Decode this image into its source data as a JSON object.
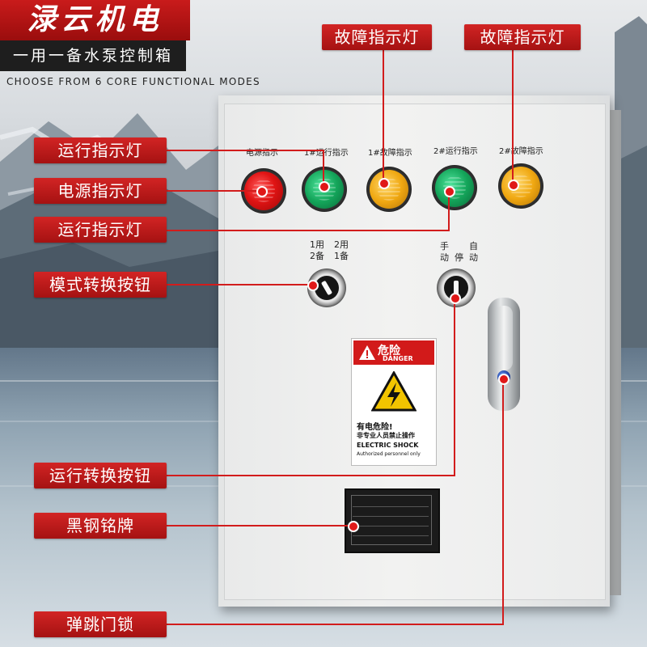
{
  "brand": {
    "name": "渌云机电",
    "subtitle": "一用一备水泵控制箱",
    "tagline": "CHOOSE FROM 6 CORE FUNCTIONAL MODES"
  },
  "panel_labels": {
    "power": "电源指示",
    "run1": "1#运行指示",
    "fault1": "1#故障指示",
    "run2": "2#运行指示",
    "fault2": "2#故障指示",
    "mode_a": "1用",
    "mode_b": "2用",
    "mode_c": "2备",
    "mode_d": "1备",
    "manual": "手",
    "auto": "自",
    "move1": "动",
    "stop": "停",
    "move2": "动"
  },
  "warning_label": {
    "title": "危险",
    "title_en": "DANGER",
    "line1": "有电危险!",
    "line2": "非专业人员禁止操作",
    "line3": "ELECTRIC SHOCK",
    "line4": "Authorized personnel only"
  },
  "callouts": {
    "fault_top_left": "故障指示灯",
    "fault_top_right": "故障指示灯",
    "run_indicator_1": "运行指示灯",
    "power_indicator": "电源指示灯",
    "run_indicator_2": "运行指示灯",
    "mode_switch": "模式转换按钮",
    "run_switch": "运行转换按钮",
    "nameplate": "黑钢铭牌",
    "door_lock": "弹跳门锁"
  },
  "colors": {
    "callout_red": "#c81c1c",
    "brand_red": "#c91b1b",
    "brand_dark": "#1e1e1e",
    "cabinet": "#eeeeee"
  }
}
